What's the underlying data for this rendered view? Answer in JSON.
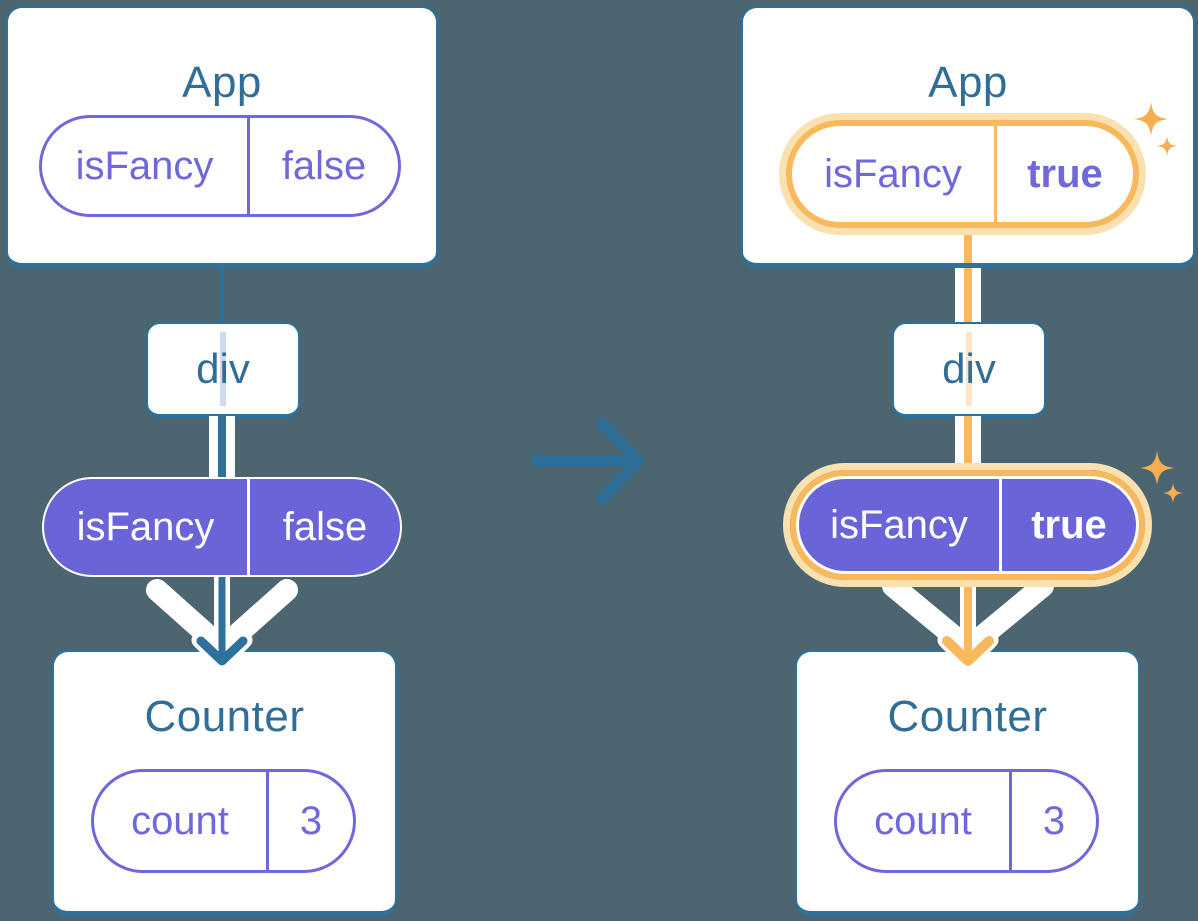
{
  "colors": {
    "background": "#4B6671",
    "card_bg": "#FFFFFF",
    "card_border": "#2C729C",
    "heading_text": "#306E97",
    "purple": "#6F68DB",
    "purple_fill": "#6965D9",
    "purple_bold": "#5B54CE",
    "orange": "#F7B95C",
    "orange_light": "#FBE0B0",
    "pale_blue": "#CEDAF2",
    "pale_orange": "#FBE6C3",
    "white": "#FFFFFF",
    "transition_arrow": "#2D6F96",
    "sparkle": "#F6AE50"
  },
  "before": {
    "app": {
      "title": "App",
      "prop_name": "isFancy",
      "prop_value": "false"
    },
    "container_label": "div",
    "passed_prop_name": "isFancy",
    "passed_prop_value": "false",
    "counter": {
      "title": "Counter",
      "state_name": "count",
      "state_value": "3"
    }
  },
  "after": {
    "app": {
      "title": "App",
      "prop_name": "isFancy",
      "prop_value": "true"
    },
    "container_label": "div",
    "passed_prop_name": "isFancy",
    "passed_prop_value": "true",
    "counter": {
      "title": "Counter",
      "state_name": "count",
      "state_value": "3"
    }
  }
}
